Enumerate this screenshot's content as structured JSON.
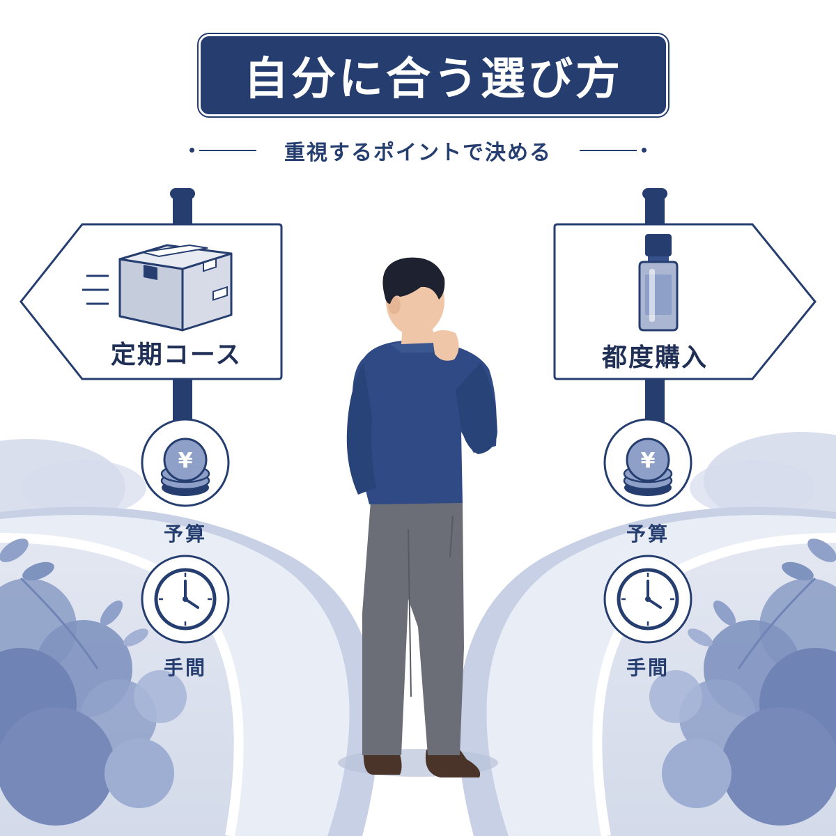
{
  "header": {
    "title": "自分に合う選び方",
    "subtitle": "重視するポイントで決める"
  },
  "left_sign": {
    "label": "定期コース",
    "icon": "box-icon",
    "criteria": [
      {
        "label": "予算",
        "icon": "yen-coins-icon"
      },
      {
        "label": "手間",
        "icon": "clock-icon"
      }
    ]
  },
  "right_sign": {
    "label": "都度購入",
    "icon": "bottle-icon",
    "criteria": [
      {
        "label": "予算",
        "icon": "yen-coins-icon"
      },
      {
        "label": "手間",
        "icon": "clock-icon"
      }
    ]
  },
  "colors": {
    "navy": "#253e6f",
    "road": "#dde3ef",
    "foliage": "#7f93bf",
    "shirt": "#2f4a85",
    "pants": "#6b6e76"
  }
}
